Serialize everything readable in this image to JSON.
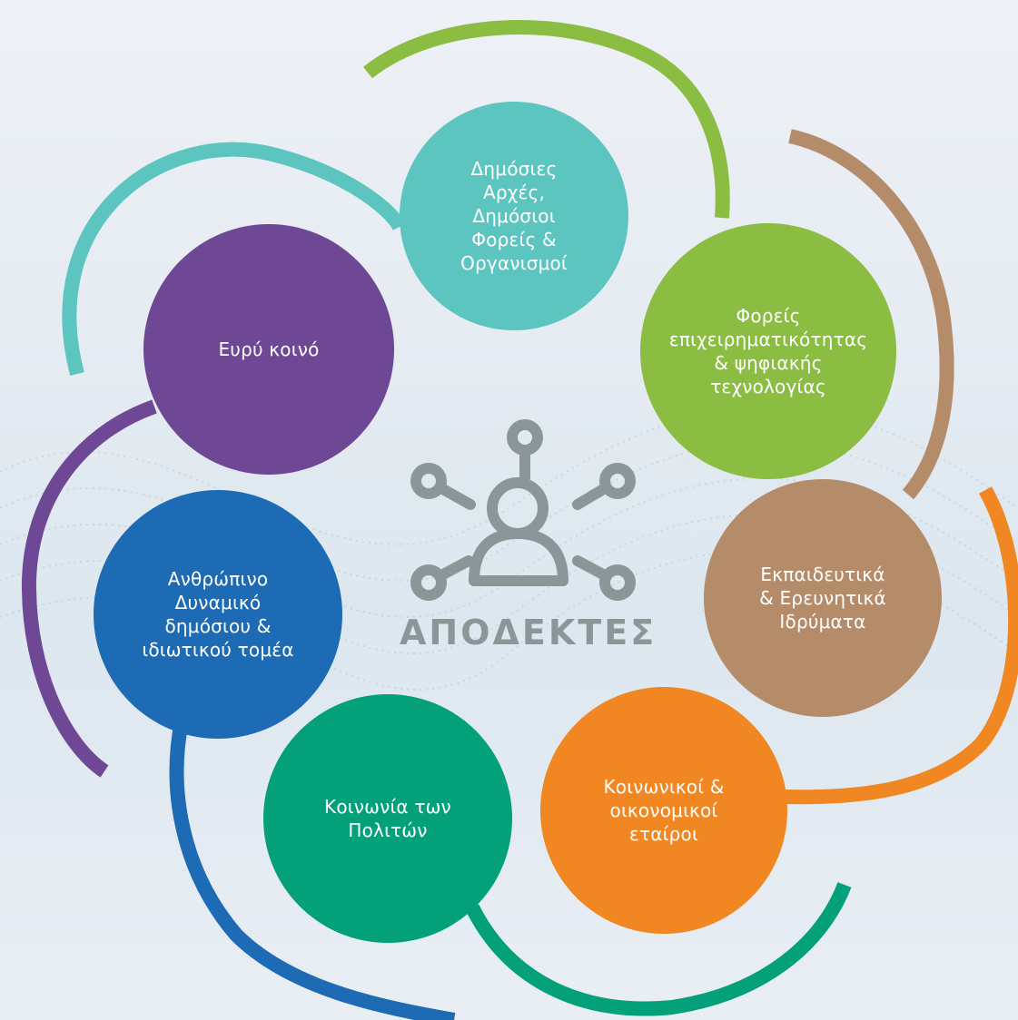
{
  "diagram": {
    "center": {
      "label": "ΑΠΟΔΕΚΤΕΣ",
      "icon": "people-network-icon"
    },
    "nodes": [
      {
        "id": "public-authorities",
        "label": "Δημόσιες\nΑρχές,\nΔημόσιοι\nΦορείς &\nΟργανισμοί",
        "color": "#5cc5c0"
      },
      {
        "id": "business-tech",
        "label": "Φορείς\nεπιχειρηματικότητας\n& ψηφιακής\nτεχνολογίας",
        "color": "#8abd42"
      },
      {
        "id": "education-research",
        "label": "Εκπαιδευτικά\n& Ερευνητικά\nΙδρύματα",
        "color": "#b48c6a"
      },
      {
        "id": "social-economic",
        "label": "Κοινωνικοί &\nοικονομικοί\nεταίροι",
        "color": "#f08722"
      },
      {
        "id": "civil-society",
        "label": "Κοινωνία των\nΠολιτών",
        "color": "#03a07a"
      },
      {
        "id": "human-resources",
        "label": "Ανθρώπινο\nΔυναμικό\nδημόσιου &\nιδιωτικού τομέα",
        "color": "#1d6bb5"
      },
      {
        "id": "general-public",
        "label": "Ευρύ κοινό",
        "color": "#6e4795"
      }
    ],
    "center_icon_color": "#8a9698"
  }
}
